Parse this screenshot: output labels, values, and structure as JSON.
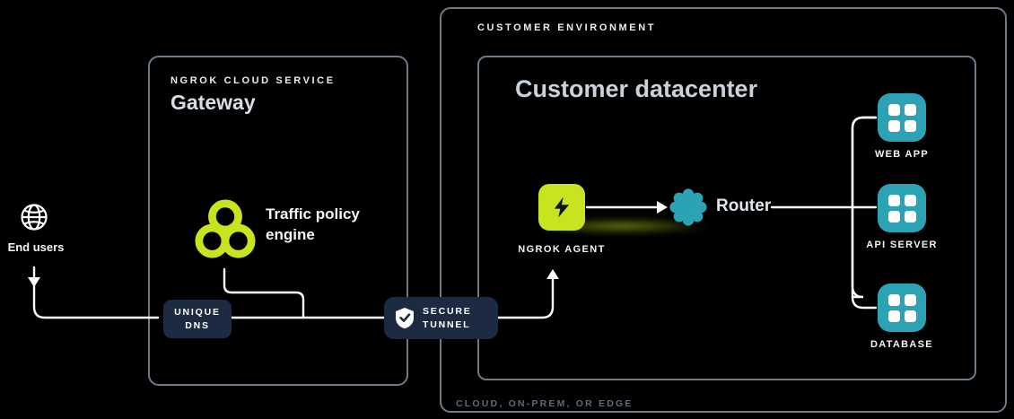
{
  "diagram": {
    "internet": {
      "label": "End users"
    },
    "cloud_box": {
      "eyebrow": "NGROK CLOUD SERVICE",
      "title": "Gateway",
      "edge": {
        "line1": "Traffic policy",
        "line2": "engine"
      }
    },
    "dns_badge": {
      "line1": "UNIQUE",
      "line2": "DNS"
    },
    "tunnel_badge": {
      "line1": "SECURE",
      "line2": "TUNNEL"
    },
    "customer_box": {
      "eyebrow": "CUSTOMER ENVIRONMENT",
      "footnote": "CLOUD, ON-PREM, OR EDGE",
      "inner_title": "Customer datacenter",
      "agent_label": "NGROK AGENT",
      "router_label": "Router",
      "services": [
        {
          "label": "WEB APP"
        },
        {
          "label": "API SERVER"
        },
        {
          "label": "DATABASE"
        }
      ]
    },
    "colors": {
      "lime": "#C7E41F",
      "teal": "#2BA3B4",
      "navy": "#1C2B42",
      "box_border": "#6E7B87",
      "background": "#000000"
    }
  }
}
